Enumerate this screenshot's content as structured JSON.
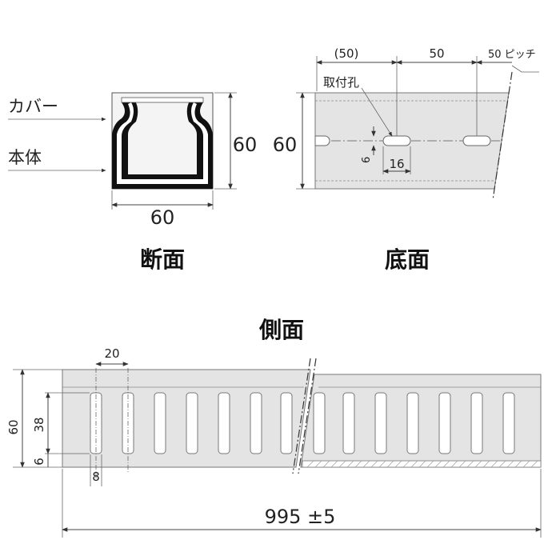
{
  "cross_section": {
    "title": "断面",
    "label_cover": "カバー",
    "label_body": "本体",
    "width_dim": "60",
    "height_dim": "60"
  },
  "bottom_view": {
    "title": "底面",
    "height_dim": "60",
    "pitch_first": "(50)",
    "pitch_second": "50",
    "pitch_label": "50 ピッチ",
    "hole_label": "取付孔",
    "hole_height": "6",
    "hole_width": "16"
  },
  "side_view": {
    "title": "側面",
    "total_height": "60",
    "slot_height": "38",
    "bottom_offset": "6",
    "slot_pitch": "20",
    "slot_width": "8",
    "total_length": "995 ±5"
  }
}
